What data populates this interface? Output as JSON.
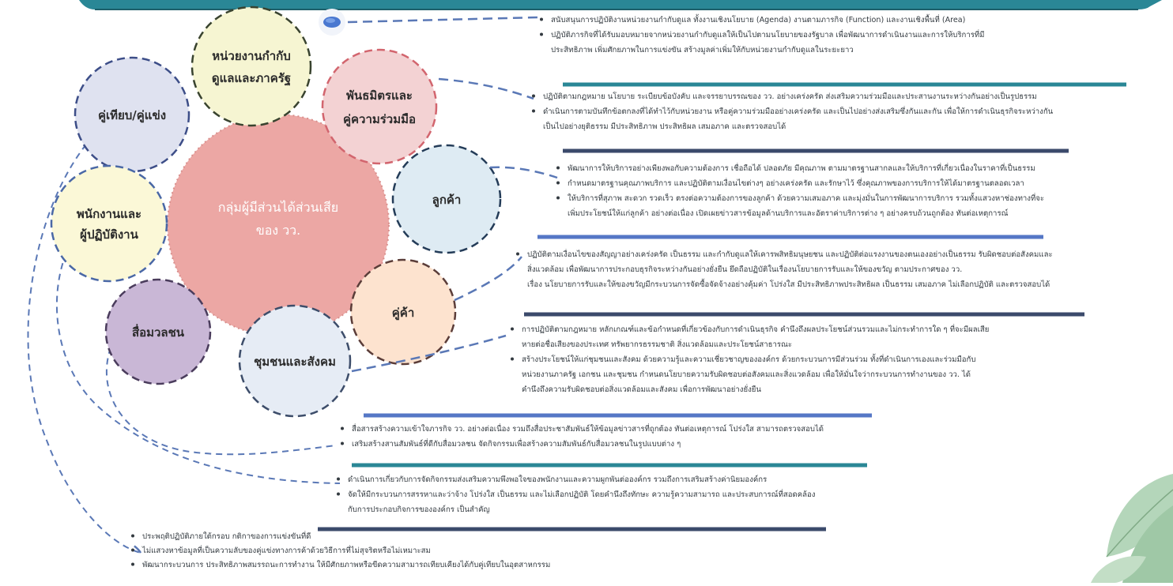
{
  "center": {
    "title_line1": "กลุ่มผู้มีส่วนได้ส่วนเสีย",
    "title_line2": "ของ วว.",
    "color": "#eca7a4"
  },
  "bubbles": [
    {
      "id": "regulator",
      "lines": [
        "หน่วยงานกำกับ",
        "ดูแลและภาครัฐ"
      ],
      "fill": "#f6f5d2",
      "stroke": "#39432f"
    },
    {
      "id": "partners",
      "lines": [
        "พันธมิตรและ",
        "คู่ความร่วมมือ"
      ],
      "fill": "#f3d2d3",
      "stroke": "#d2656e"
    },
    {
      "id": "competitors",
      "lines": [
        "คู่เทียบ/คู่แข่ง"
      ],
      "fill": "#dfe2f0",
      "stroke": "#3d4e88"
    },
    {
      "id": "customers",
      "lines": [
        "ลูกค้า"
      ],
      "fill": "#deebf3",
      "stroke": "#243c58"
    },
    {
      "id": "employees",
      "lines": [
        "พนักงานและ",
        "ผู้ปฏิบัติงาน"
      ],
      "fill": "#fbf8d7",
      "stroke": "#4a68a6"
    },
    {
      "id": "suppliers",
      "lines": [
        "คู่ค้า"
      ],
      "fill": "#fde3cf",
      "stroke": "#5b3d39"
    },
    {
      "id": "media",
      "lines": [
        "สื่อมวลชน"
      ],
      "fill": "#c9b7d6",
      "stroke": "#4a3c5c"
    },
    {
      "id": "community",
      "lines": [
        "ชุมชนและสังคม"
      ],
      "fill": "#e6ecf5",
      "stroke": "#3d4d6a"
    }
  ],
  "groups": [
    {
      "id": "regulator",
      "bullets": [
        [
          "สนับสนุนการปฏิบัติงานหน่วยงานกำกับดูแล ทั้งงานเชิงนโยบาย (Agenda) งานตามภารกิจ (Function) และงานเชิงพื้นที่ (Area)"
        ],
        [
          "ปฏิบัติภารกิจที่ได้รับมอบหมายจากหน่วยงานกำกับดูแลให้เป็นไปตามนโยบายของรัฐบาล เพื่อพัฒนาการดำเนินงานและการให้บริการที่มี",
          "ประสิทธิภาพ เพิ่มศักยภาพในการแข่งขัน สร้างมูลค่าเพิ่มให้กับหน่วยงานกำกับดูแลในระยะยาว"
        ]
      ]
    },
    {
      "id": "partners",
      "bullets": [
        [
          "ปฏิบัติตามกฎหมาย นโยบาย ระเบียบข้อบังคับ และจรรยาบรรณของ วว. อย่างเคร่งครัด ส่งเสริมความร่วมมือและประสานงานระหว่างกันอย่างเป็นรูปธรรม"
        ],
        [
          "ดำเนินการตามบันทึกข้อตกลงที่ได้ทำไว้กับหน่วยงาน หรือคู่ความร่วมมืออย่างเคร่งครัด และเป็นไปอย่างส่งเสริมซึ่งกันและกัน เพื่อให้การดำเนินธุรกิจระหว่างกัน",
          "เป็นไปอย่างยุติธรรม มีประสิทธิภาพ ประสิทธิผล เสมอภาค และตรวจสอบได้"
        ]
      ]
    },
    {
      "id": "customers",
      "bullets": [
        [
          "พัฒนาการให้บริการอย่างเพียงพอกับความต้องการ เชื่อถือได้ ปลอดภัย มีคุณภาพ ตามมาตรฐานสากลและให้บริการที่เกี่ยวเนื่องในราคาที่เป็นธรรม"
        ],
        [
          "กำหนดมาตรฐานคุณภาพบริการ และปฏิบัติตามเงื่อนไขต่างๆ อย่างเคร่งครัด และรักษาไว้ ซึ่งคุณภาพของการบริการให้ได้มาตรฐานตลอดเวลา"
        ],
        [
          "ให้บริการที่สุภาพ สะดวก รวดเร็ว ตรงต่อความต้องการของลูกค้า ด้วยความเสมอภาค และมุ่งมั่นในการพัฒนาการบริการ รวมทั้งแสวงหาช่องทางที่จะ",
          "เพิ่มประโยชน์ให้แก่ลูกค้า อย่างต่อเนื่อง เปิดเผยข่าวสารข้อมูลด้านบริการและอัตราค่าบริการต่าง ๆ อย่างครบถ้วนถูกต้อง ทันต่อเหตุการณ์"
        ]
      ]
    },
    {
      "id": "suppliers",
      "bullets": [
        [
          "ปฏิบัติตามเงื่อนไขของสัญญาอย่างเคร่งครัด เป็นธรรม และกำกับดูแลให้เคารพสิทธิมนุษยชน และปฏิบัติต่อแรงงานของตนเองอย่างเป็นธรรม รับผิดชอบต่อสังคมและ",
          "สิ่งแวดล้อม เพื่อพัฒนาการประกอบธุรกิจระหว่างกันอย่างยั่งยืน ยึดถือปฏิบัติในเรื่องนโยบายการรับและให้ของขวัญ ตามประกาศของ วว.",
          "เรื่อง นโยบายการรับและให้ของขวัญมีกระบวนการจัดซื้อจัดจ้างอย่างคุ้มค่า โปร่งใส มีประสิทธิภาพประสิทธิผล เป็นธรรม เสมอภาค ไม่เลือกปฏิบัติ และตรวจสอบได้"
        ]
      ]
    },
    {
      "id": "community",
      "bullets": [
        [
          "การปฏิบัติตามกฎหมาย หลักเกณฑ์และข้อกำหนดที่เกี่ยวข้องกับการดำเนินธุรกิจ คำนึงถึงผลประโยชน์ส่วนรวมและไม่กระทำการใด ๆ ที่จะมีผลเสีย",
          "หายต่อชื่อเสียงของประเทศ ทรัพยากรธรรมชาติ สิ่งแวดล้อมและประโยชน์สาธารณะ"
        ],
        [
          "สร้างประโยชน์ให้แก่ชุมชนและสังคม ด้วยความรู้และความเชี่ยวชาญขององค์กร ด้วยกระบวนการมีส่วนร่วม ทั้งที่ดำเนินการเองและร่วมมือกับ",
          "หน่วยงานภาครัฐ เอกชน และชุมชน กำหนดนโยบายความรับผิดชอบต่อสังคมและสิ่งแวดล้อม เพื่อให้มั่นใจว่ากระบวนการทำงานของ วว. ได้",
          "คำนึงถึงความรับผิดชอบต่อสิ่งแวดล้อมและสังคม เพื่อการพัฒนาอย่างยั่งยืน"
        ]
      ]
    },
    {
      "id": "media",
      "bullets": [
        [
          "สื่อสารสร้างความเข้าใจภารกิจ วว. อย่างต่อเนื่อง รวมถึงสื่อประชาสัมพันธ์ให้ข้อมูลข่าวสารที่ถูกต้อง ทันต่อเหตุการณ์ โปร่งใส สามารถตรวจสอบได้"
        ],
        [
          "เสริมสร้างสานสัมพันธ์ที่ดีกับสื่อมวลชน จัดกิจกรรมเพื่อสร้างความสัมพันธ์กับสื่อมวลชนในรูปแบบต่าง ๆ"
        ]
      ]
    },
    {
      "id": "employees",
      "bullets": [
        [
          "ดำเนินการเกี่ยวกับการจัดกิจกรรมส่งเสริมความพึงพอใจของพนักงานและความผูกพันต่อองค์กร รวมถึงการเสริมสร้างค่านิยมองค์กร"
        ],
        [
          "จัดให้มีกระบวนการสรรหาและว่าจ้าง โปร่งใส เป็นธรรม และไม่เลือกปฏิบัติ โดยคำนึงถึงทักษะ ความรู้ความสามารถ และประสบการณ์ที่สอดคล้อง",
          "กับการประกอบกิจการขององค์กร เป็นสำคัญ"
        ]
      ]
    },
    {
      "id": "competitors",
      "bullets": [
        [
          "ประพฤติปฏิบัติภายใต้กรอบ กติกาของการแข่งขันที่ดี"
        ],
        [
          "ไม่แสวงหาข้อมูลที่เป็นความลับของคู่แข่งทางการค้าด้วยวิธีการที่ไม่สุจริตหรือไม่เหมาะสม"
        ],
        [
          "พัฒนากระบวนการ ประสิทธิภาพสมรรถนะการทำงาน ให้มีศักยภาพหรือขีดความสามารถเทียบเคียงได้กับคู่เทียบในอุตสาหกรรม"
        ]
      ]
    }
  ],
  "colors": {
    "teal": "#2a8796",
    "navy": "#3b4a6b",
    "blue": "#5577c6",
    "dash": "#5a78b6",
    "text": "#333a40",
    "leaf": "#9fc7a3"
  }
}
